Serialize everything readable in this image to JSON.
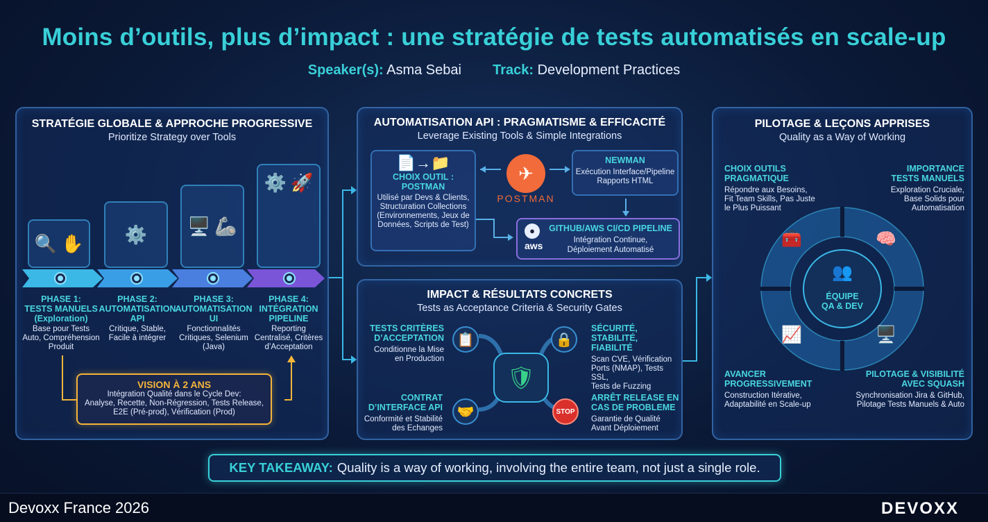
{
  "header": {
    "title": "Moins d’outils, plus d’impact : une stratégie de tests automatisés en scale-up",
    "speaker_label": "Speaker(s):",
    "speaker": "Asma Sebai",
    "track_label": "Track:",
    "track": "Development Practices"
  },
  "left": {
    "title": "STRATÉGIE GLOBALE & APPROCHE PROGRESSIVE",
    "subtitle": "Prioritize Strategy over Tools",
    "phases": [
      {
        "t1": "PHASE 1:",
        "t2": "TESTS MANUELS",
        "t3": "(Exploration)",
        "d1": "Base pour Tests",
        "d2": "Auto, Compréhension",
        "d3": "Produit"
      },
      {
        "t1": "PHASE 2:",
        "t2": "AUTOMATISATION",
        "t3": "API",
        "d1": "Critique, Stable,",
        "d2": "Facile à intégrer",
        "d3": ""
      },
      {
        "t1": "PHASE 3:",
        "t2": "AUTOMATISATION",
        "t3": "UI",
        "d1": "Fonctionnalités",
        "d2": "Critiques, Selenium",
        "d3": "(Java)"
      },
      {
        "t1": "PHASE 4:",
        "t2": "INTÉGRATION",
        "t3": "PIPELINE",
        "d1": "Reporting",
        "d2": "Centralisé, Critères",
        "d3": "d’Acceptation"
      }
    ],
    "vision": {
      "title": "VISION À 2 ANS",
      "l1": "Intégration Qualité dans le Cycle Dev:",
      "l2": "Analyse, Recette, Non-Régression, Tests Release,",
      "l3": "E2E (Pré-prod), Vérification (Prod)"
    }
  },
  "api": {
    "title": "AUTOMATISATION API : PRAGMATISME & EFFICACITÉ",
    "subtitle": "Leverage Existing Tools & Simple Integrations",
    "choix": {
      "h1": "CHOIX OUTIL :",
      "h2": "POSTMAN",
      "l1": "Utilisé par Devs & Clients,",
      "l2": "Structuration Collections",
      "l3": "(Environnements, Jeux de",
      "l4": "Données, Scripts de Test)"
    },
    "postman": "POSTMAN",
    "newman": {
      "h": "NEWMAN",
      "l1": "Exécution Interface/Pipeline",
      "l2": "Rapports HTML"
    },
    "cicd": {
      "h": "GITHUB/AWS CI/CD PIPELINE",
      "l1": "Intégration Continue,",
      "l2": "Déploiement Automatisé",
      "aws": "aws"
    }
  },
  "impact": {
    "title": "IMPACT & RÉSULTATS CONCRETS",
    "subtitle": "Tests as Acceptance Criteria & Security Gates",
    "tl": {
      "h1": "TESTS CRITÈRES",
      "h2": "D’ACCEPTATION",
      "l1": "Conditionne la Mise",
      "l2": "en Production"
    },
    "tr": {
      "h1": "SÉCURITÉ, STABILITÉ,",
      "h2": "FIABILITÉ",
      "l1": "Scan CVE, Vérification",
      "l2": "Ports (NMAP), Tests SSL,",
      "l3": "Tests de Fuzzing"
    },
    "bl": {
      "h1": "CONTRAT",
      "h2": "D’INTERFACE API",
      "l1": "Conformité et Stabilité",
      "l2": "des Echanges"
    },
    "br": {
      "h1": "ARRÊT RELEASE EN",
      "h2": "CAS DE PROBLEME",
      "l1": "Garantie de Qualité",
      "l2": "Avant Déploiement"
    },
    "stop": "STOP"
  },
  "right": {
    "title": "PILOTAGE & LEÇONS APPRISES",
    "subtitle": "Quality as a Way of Working",
    "tl": {
      "h1": "CHOIX OUTILS",
      "h2": "PRAGMATIQUE",
      "l1": "Répondre aux Besoins,",
      "l2": "Fit Team Skills, Pas Juste",
      "l3": "le Plus Puissant"
    },
    "tr": {
      "h1": "IMPORTANCE",
      "h2": "TESTS MANUELS",
      "l1": "Exploration Cruciale,",
      "l2": "Base Solids pour",
      "l3": "Automatisation"
    },
    "bl": {
      "h1": "AVANCER",
      "h2": "PROGRESSIVEMENT",
      "l1": "Construction Itérative,",
      "l2": "Adaptabilité en Scale-up"
    },
    "br": {
      "h1": "PILOTAGE & VISIBILITÉ",
      "h2": "AVEC SQUASH",
      "l1": "Synchronisation Jira & GitHub,",
      "l2": "Pilotage Tests Manuels & Auto"
    },
    "center1": "ÉQUIPE",
    "center2": "QA & DEV"
  },
  "takeaway": {
    "label": "KEY TAKEAWAY:",
    "text": "Quality is a way of working, involving the entire team, not just a single role."
  },
  "footer": {
    "left": "Devoxx France 2026",
    "logo": "DEVOXX"
  },
  "colors": {
    "accent": "#39d0d8",
    "gold": "#f5b53a",
    "phase1": "#3bb8e6",
    "phase4": "#7a55d8"
  }
}
